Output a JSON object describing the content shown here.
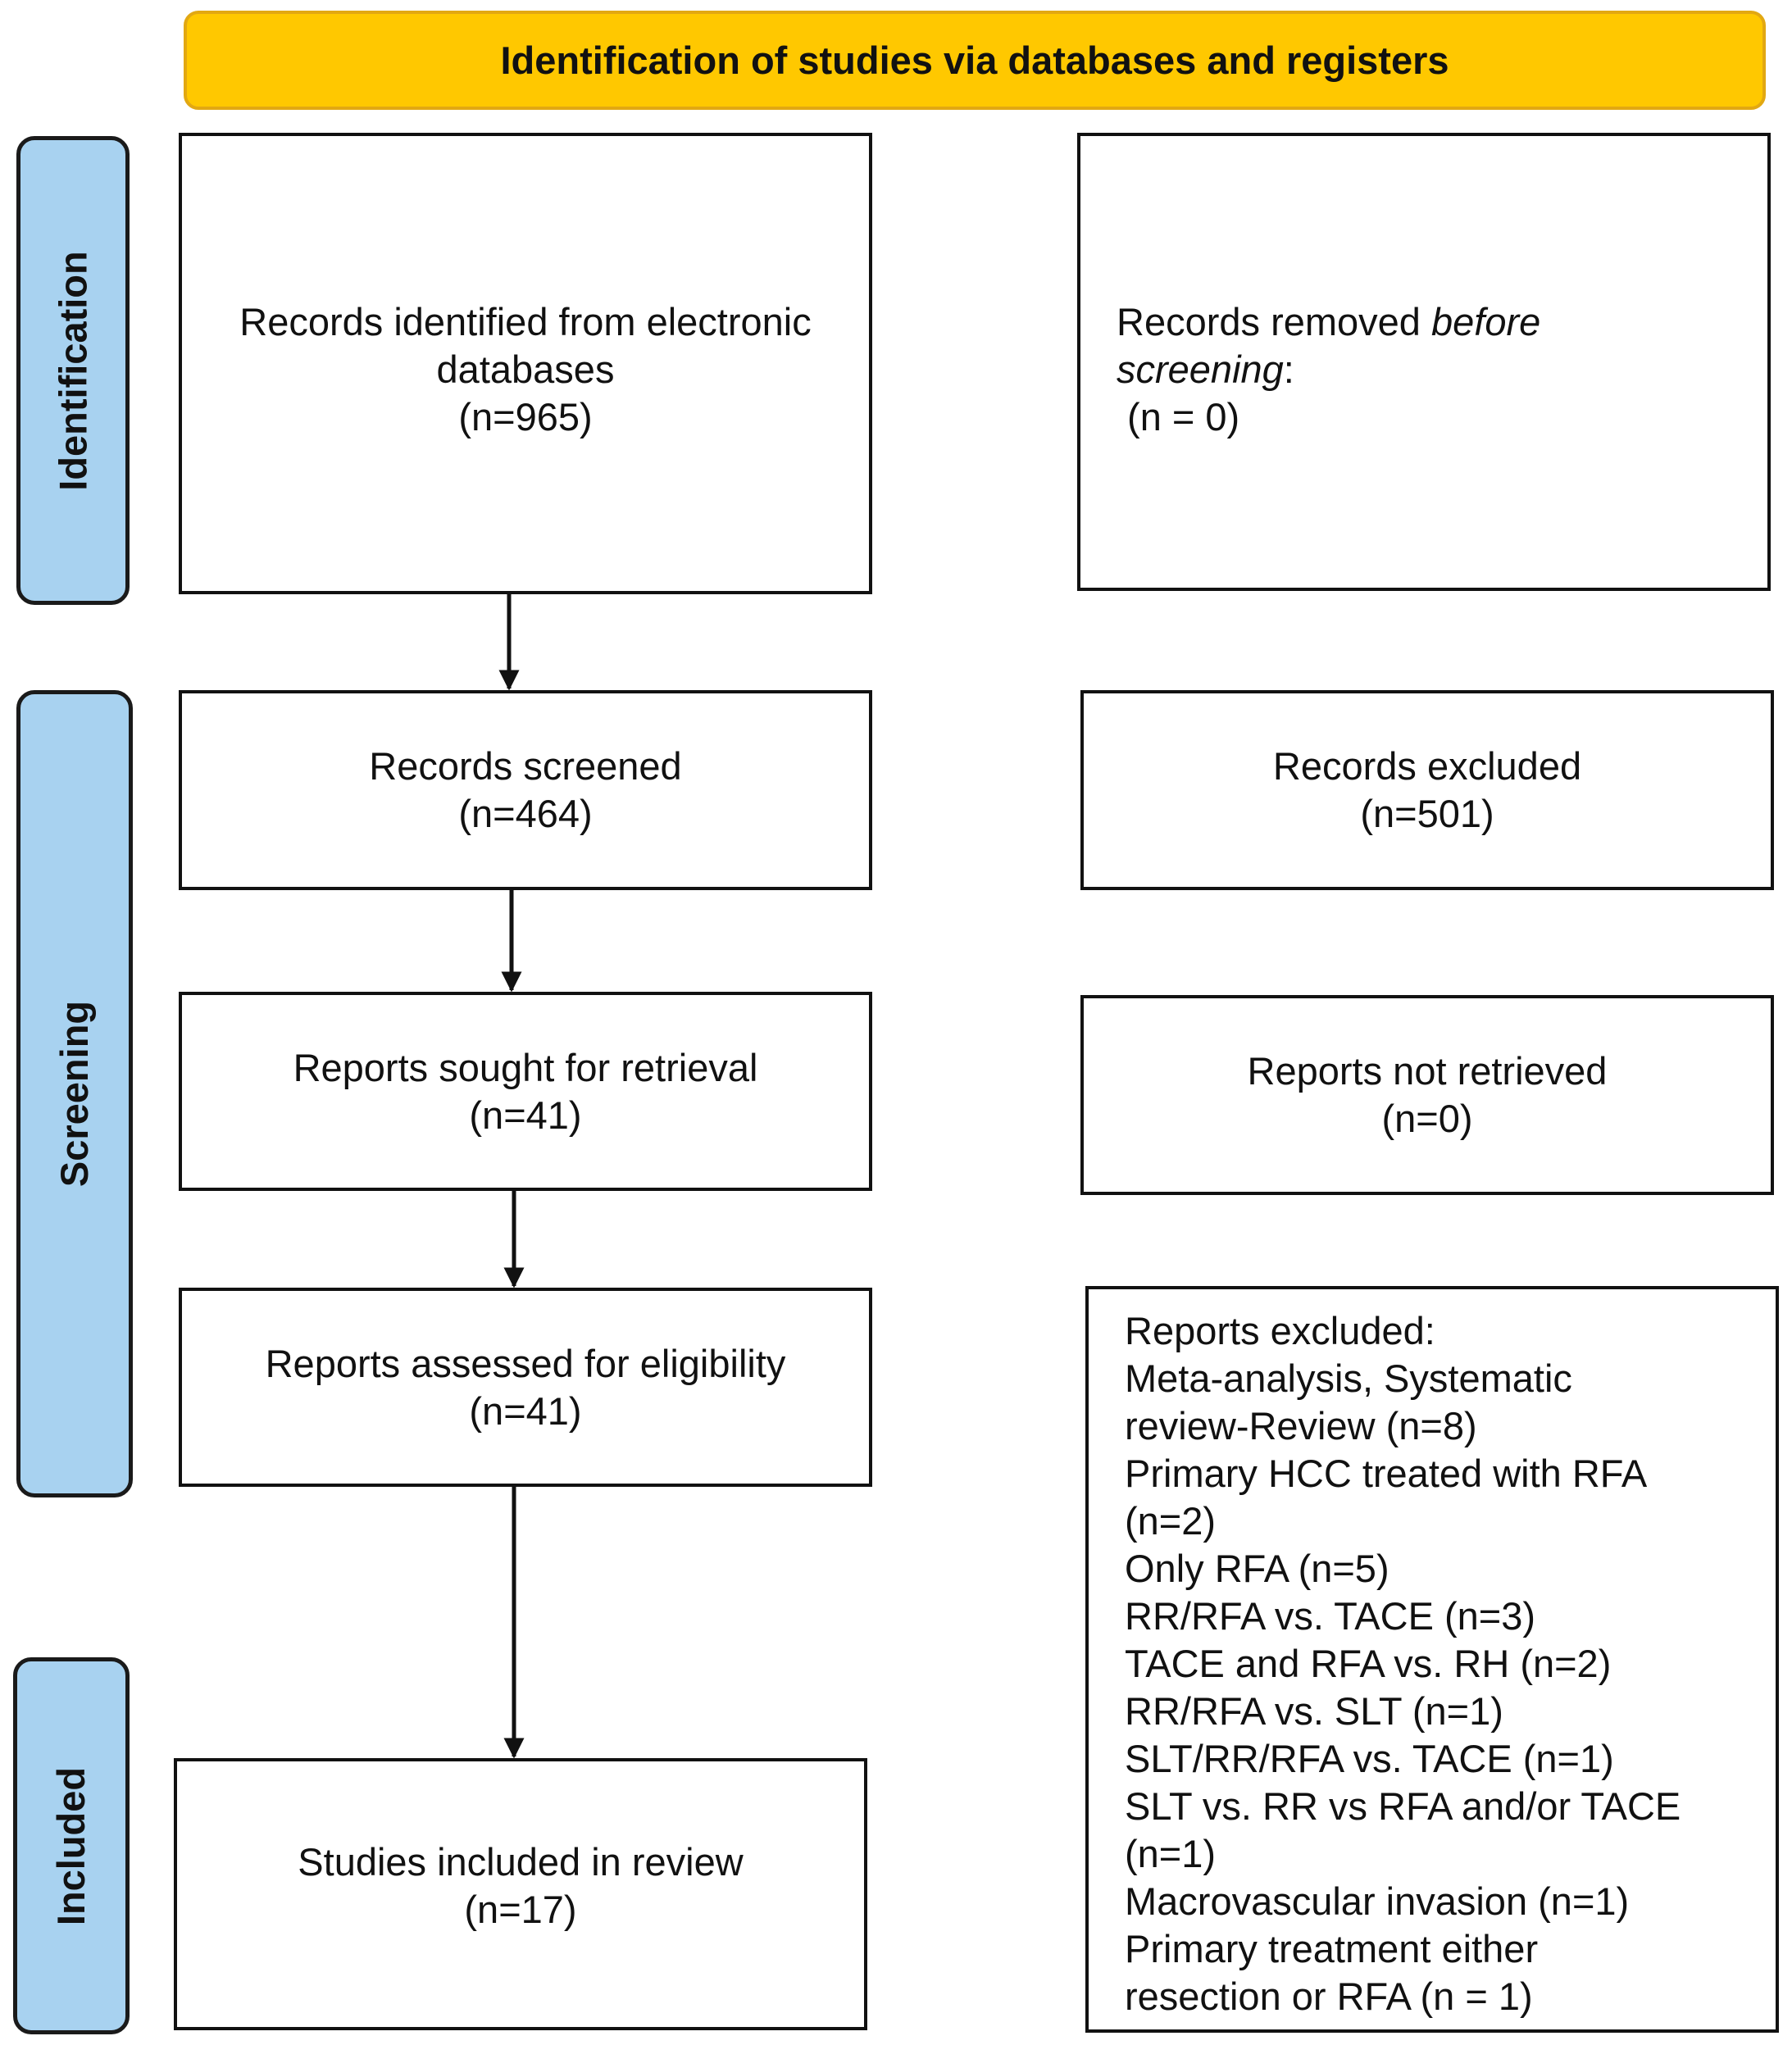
{
  "header": {
    "title": "Identification of studies via databases and registers"
  },
  "phases": {
    "identification": "Identification",
    "screening": "Screening",
    "included": "Included"
  },
  "records_identified": {
    "lines": [
      "Records identified from electronic",
      "databases",
      "(n=965)"
    ]
  },
  "records_removed": {
    "text_normal": "Records removed ",
    "text_italic_1": "before",
    "text_italic_2": "screening",
    "text_colon": ":",
    "count": " (n = 0)"
  },
  "records_screened": {
    "lines": [
      "Records screened",
      "(n=464)"
    ]
  },
  "records_excluded": {
    "lines": [
      "Records excluded",
      "(n=501)"
    ]
  },
  "reports_sought": {
    "lines": [
      "Reports sought for retrieval",
      "(n=41)"
    ]
  },
  "reports_not_retrieved": {
    "lines": [
      "Reports not retrieved",
      "(n=0)"
    ]
  },
  "reports_assessed": {
    "lines": [
      "Reports assessed for eligibility",
      "(n=41)"
    ]
  },
  "studies_included": {
    "lines": [
      "Studies included in review",
      "(n=17)"
    ]
  },
  "reports_excluded": {
    "lines": [
      "Reports excluded:",
      "Meta-analysis, Systematic",
      "review-Review (n=8)",
      "Primary HCC treated with RFA",
      "(n=2)",
      "Only RFA (n=5)",
      "RR/RFA vs. TACE (n=3)",
      "TACE and RFA vs. RH (n=2)",
      "RR/RFA vs. SLT (n=1)",
      "SLT/RR/RFA vs. TACE (n=1)",
      "SLT vs. RR vs RFA and/or TACE",
      "(n=1)",
      "Macrovascular invasion (n=1)",
      "Primary treatment either",
      "resection or RFA (n = 1)"
    ]
  },
  "colors": {
    "header_fill": "#FFC800",
    "phase_fill": "#A8D2F0",
    "border": "#111111"
  }
}
